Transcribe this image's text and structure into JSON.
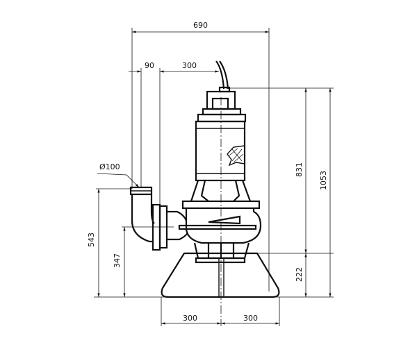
{
  "drawing": {
    "title": "Submersible pump dimension drawing",
    "dimensions": {
      "overall_width": "690",
      "outlet_offset": "90",
      "outlet_to_center": "300",
      "outlet_diameter": "Ø100",
      "outlet_height": "543",
      "flange_height": "347",
      "motor_height": "831",
      "overall_height": "1053",
      "stand_height": "222",
      "base_left": "300",
      "base_right": "300"
    },
    "colors": {
      "line": "#111111",
      "background": "#ffffff"
    }
  }
}
